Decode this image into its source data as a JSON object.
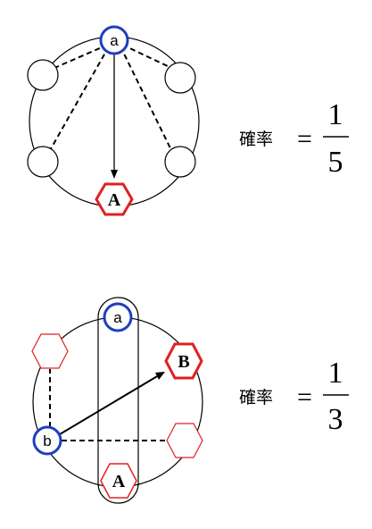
{
  "top_diagram": {
    "start_node": "a",
    "target_node": "A",
    "probability_label": "確率",
    "equals": "=",
    "fraction": {
      "numerator": "1",
      "denominator": "5"
    }
  },
  "bottom_diagram": {
    "top_node": "a",
    "start_node": "b",
    "bottom_node": "A",
    "target_node": "B",
    "probability_label": "確率",
    "equals": "=",
    "fraction": {
      "numerator": "1",
      "denominator": "3"
    }
  },
  "colors": {
    "blue_node": "#1f3fbf",
    "red_hex": "#e02020",
    "line": "#000000"
  }
}
